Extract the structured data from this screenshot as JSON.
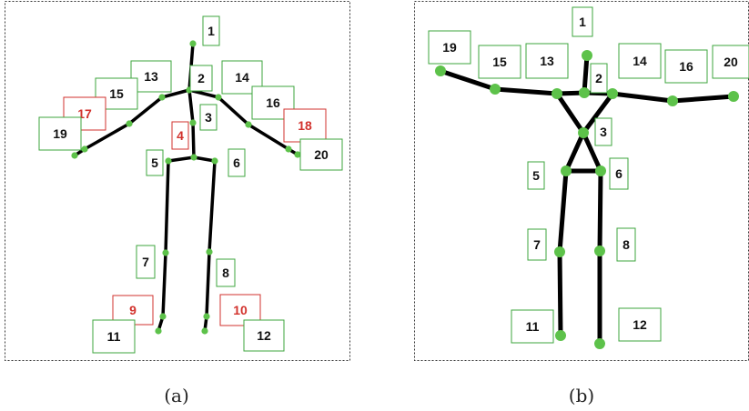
{
  "colors": {
    "bone": "#000000",
    "joint": "#5dc24a",
    "label_green": "#3da63d",
    "label_red": "#d2322d",
    "text_dark": "#111111"
  },
  "panels": [
    {
      "id": "a",
      "caption": "(a)",
      "joints": [
        {
          "id": "1",
          "label": "1",
          "highlight": false
        },
        {
          "id": "2",
          "label": "2",
          "highlight": false
        },
        {
          "id": "3",
          "label": "3",
          "highlight": false
        },
        {
          "id": "4",
          "label": "4",
          "highlight": true
        },
        {
          "id": "5",
          "label": "5",
          "highlight": false
        },
        {
          "id": "6",
          "label": "6",
          "highlight": false
        },
        {
          "id": "7",
          "label": "7",
          "highlight": false
        },
        {
          "id": "8",
          "label": "8",
          "highlight": false
        },
        {
          "id": "9",
          "label": "9",
          "highlight": true
        },
        {
          "id": "10",
          "label": "10",
          "highlight": true
        },
        {
          "id": "11",
          "label": "11",
          "highlight": false
        },
        {
          "id": "12",
          "label": "12",
          "highlight": false
        },
        {
          "id": "13",
          "label": "13",
          "highlight": false
        },
        {
          "id": "14",
          "label": "14",
          "highlight": false
        },
        {
          "id": "15",
          "label": "15",
          "highlight": false
        },
        {
          "id": "16",
          "label": "16",
          "highlight": false
        },
        {
          "id": "17",
          "label": "17",
          "highlight": true
        },
        {
          "id": "18",
          "label": "18",
          "highlight": true
        },
        {
          "id": "19",
          "label": "19",
          "highlight": false
        },
        {
          "id": "20",
          "label": "20",
          "highlight": false
        }
      ]
    },
    {
      "id": "b",
      "caption": "(b)",
      "joints": [
        {
          "id": "1",
          "label": "1",
          "highlight": false
        },
        {
          "id": "2",
          "label": "2",
          "highlight": false
        },
        {
          "id": "3",
          "label": "3",
          "highlight": false
        },
        {
          "id": "5",
          "label": "5",
          "highlight": false
        },
        {
          "id": "6",
          "label": "6",
          "highlight": false
        },
        {
          "id": "7",
          "label": "7",
          "highlight": false
        },
        {
          "id": "8",
          "label": "8",
          "highlight": false
        },
        {
          "id": "11",
          "label": "11",
          "highlight": false
        },
        {
          "id": "12",
          "label": "12",
          "highlight": false
        },
        {
          "id": "13",
          "label": "13",
          "highlight": false
        },
        {
          "id": "14",
          "label": "14",
          "highlight": false
        },
        {
          "id": "15",
          "label": "15",
          "highlight": false
        },
        {
          "id": "16",
          "label": "16",
          "highlight": false
        },
        {
          "id": "19",
          "label": "19",
          "highlight": false
        },
        {
          "id": "20",
          "label": "20",
          "highlight": false
        }
      ]
    }
  ]
}
